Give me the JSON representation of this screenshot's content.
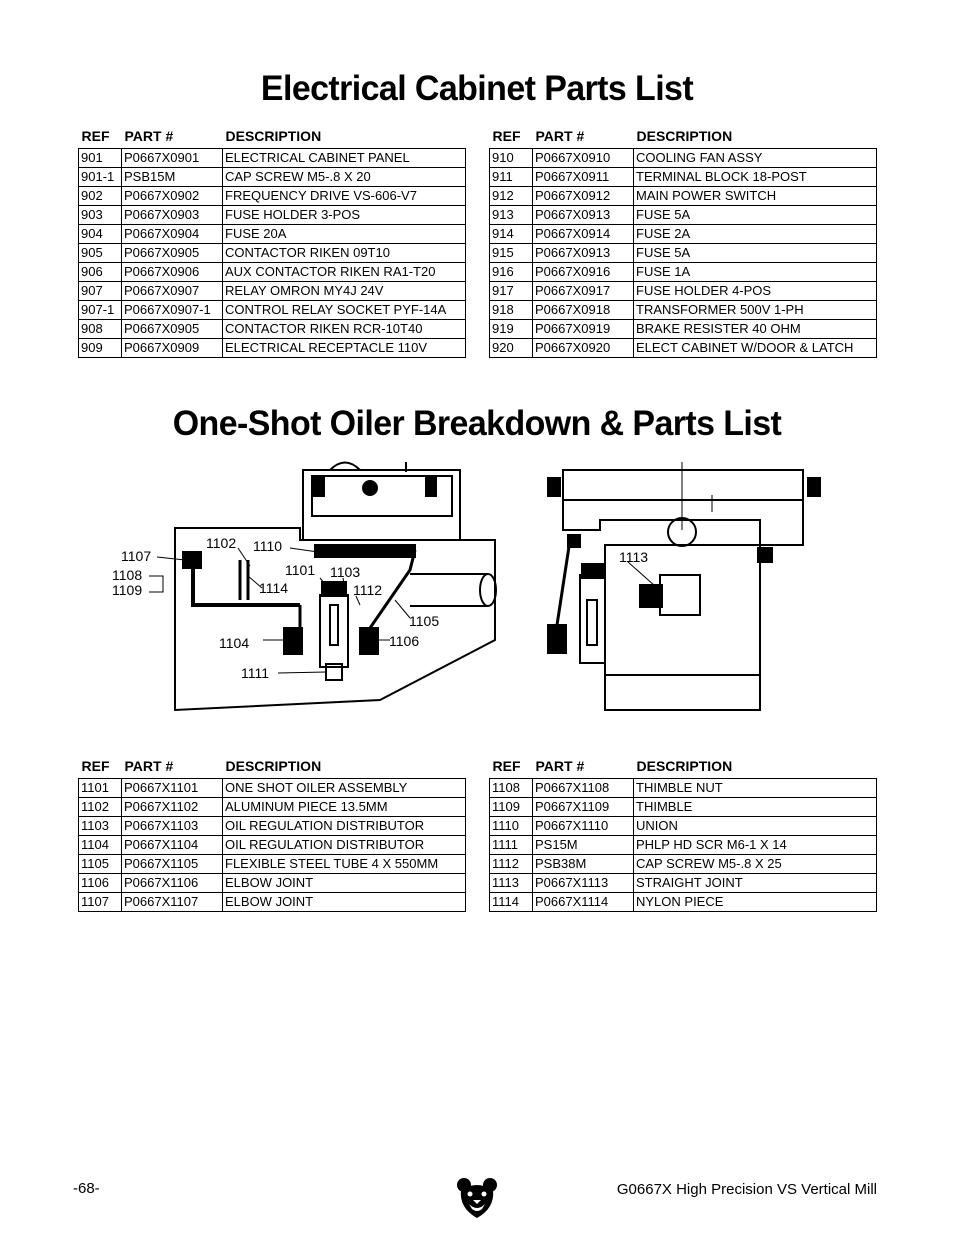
{
  "title_cabinet": "Electrical Cabinet Parts List",
  "title_oiler": "One-Shot Oiler Breakdown & Parts List",
  "headers": {
    "ref": "REF",
    "part": "PART #",
    "desc": "DESCRIPTION"
  },
  "cabinet_left": [
    [
      "901",
      "P0667X0901",
      "ELECTRICAL CABINET PANEL"
    ],
    [
      "901-1",
      "PSB15M",
      "CAP SCREW M5-.8 X 20"
    ],
    [
      "902",
      "P0667X0902",
      "FREQUENCY DRIVE VS-606-V7"
    ],
    [
      "903",
      "P0667X0903",
      "FUSE HOLDER 3-POS"
    ],
    [
      "904",
      "P0667X0904",
      "FUSE 20A"
    ],
    [
      "905",
      "P0667X0905",
      "CONTACTOR RIKEN 09T10"
    ],
    [
      "906",
      "P0667X0906",
      "AUX CONTACTOR RIKEN RA1-T20"
    ],
    [
      "907",
      "P0667X0907",
      "RELAY OMRON MY4J 24V"
    ],
    [
      "907-1",
      "P0667X0907-1",
      "CONTROL RELAY SOCKET PYF-14A"
    ],
    [
      "908",
      "P0667X0905",
      "CONTACTOR RIKEN RCR-10T40"
    ],
    [
      "909",
      "P0667X0909",
      "ELECTRICAL RECEPTACLE 110V"
    ]
  ],
  "cabinet_right": [
    [
      "910",
      "P0667X0910",
      "COOLING FAN ASSY"
    ],
    [
      "911",
      "P0667X0911",
      "TERMINAL BLOCK 18-POST"
    ],
    [
      "912",
      "P0667X0912",
      "MAIN POWER SWITCH"
    ],
    [
      "913",
      "P0667X0913",
      "FUSE 5A"
    ],
    [
      "914",
      "P0667X0914",
      "FUSE 2A"
    ],
    [
      "915",
      "P0667X0913",
      "FUSE 5A"
    ],
    [
      "916",
      "P0667X0916",
      "FUSE 1A"
    ],
    [
      "917",
      "P0667X0917",
      "FUSE HOLDER 4-POS"
    ],
    [
      "918",
      "P0667X0918",
      "TRANSFORMER 500V 1-PH"
    ],
    [
      "919",
      "P0667X0919",
      "BRAKE RESISTER 40 OHM"
    ],
    [
      "920",
      "P0667X0920",
      "ELECT CABINET W/DOOR & LATCH"
    ]
  ],
  "oiler_left": [
    [
      "1101",
      "P0667X1101",
      "ONE SHOT OILER ASSEMBLY"
    ],
    [
      "1102",
      "P0667X1102",
      "ALUMINUM PIECE 13.5MM"
    ],
    [
      "1103",
      "P0667X1103",
      "OIL REGULATION DISTRIBUTOR"
    ],
    [
      "1104",
      "P0667X1104",
      "OIL REGULATION DISTRIBUTOR"
    ],
    [
      "1105",
      "P0667X1105",
      "FLEXIBLE STEEL TUBE 4 X 550MM"
    ],
    [
      "1106",
      "P0667X1106",
      "ELBOW JOINT"
    ],
    [
      "1107",
      "P0667X1107",
      "ELBOW JOINT"
    ]
  ],
  "oiler_right": [
    [
      "1108",
      "P0667X1108",
      "THIMBLE NUT"
    ],
    [
      "1109",
      "P0667X1109",
      "THIMBLE"
    ],
    [
      "1110",
      "P0667X1110",
      "UNION"
    ],
    [
      "1111",
      "PS15M",
      "PHLP HD SCR M6-1 X 14"
    ],
    [
      "1112",
      "PSB38M",
      "CAP SCREW M5-.8 X 25"
    ],
    [
      "1113",
      "P0667X1113",
      "STRAIGHT JOINT"
    ],
    [
      "1114",
      "P0667X1114",
      "NYLON PIECE"
    ]
  ],
  "callouts": {
    "c1101": "1101",
    "c1102": "1102",
    "c1103": "1103",
    "c1104": "1104",
    "c1105": "1105",
    "c1106": "1106",
    "c1107": "1107",
    "c1108": "1108",
    "c1109": "1109",
    "c1110": "1110",
    "c1111": "1111",
    "c1112": "1112",
    "c1113": "1113",
    "c1114": "1114"
  },
  "footer": {
    "page_number": "-68-",
    "manual_title": "G0667X High Precision VS Vertical Mill"
  },
  "icons": {
    "logo": "grizzly-bear-logo-icon"
  }
}
